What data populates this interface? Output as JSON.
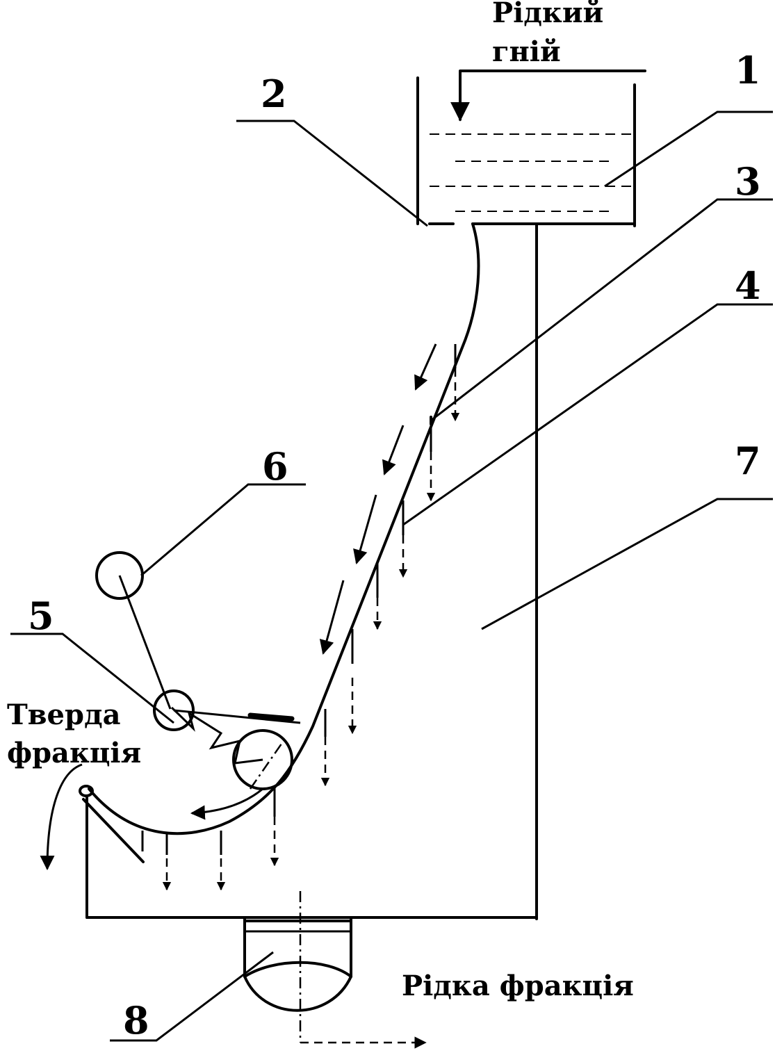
{
  "labels": {
    "inlet_line1": "Рідкий",
    "inlet_line2": "гній",
    "solid_line1": "Тверда",
    "solid_line2": "фракція",
    "liquid": "Рідка фракція"
  },
  "callouts": [
    "1",
    "2",
    "3",
    "4",
    "5",
    "6",
    "7",
    "8"
  ]
}
